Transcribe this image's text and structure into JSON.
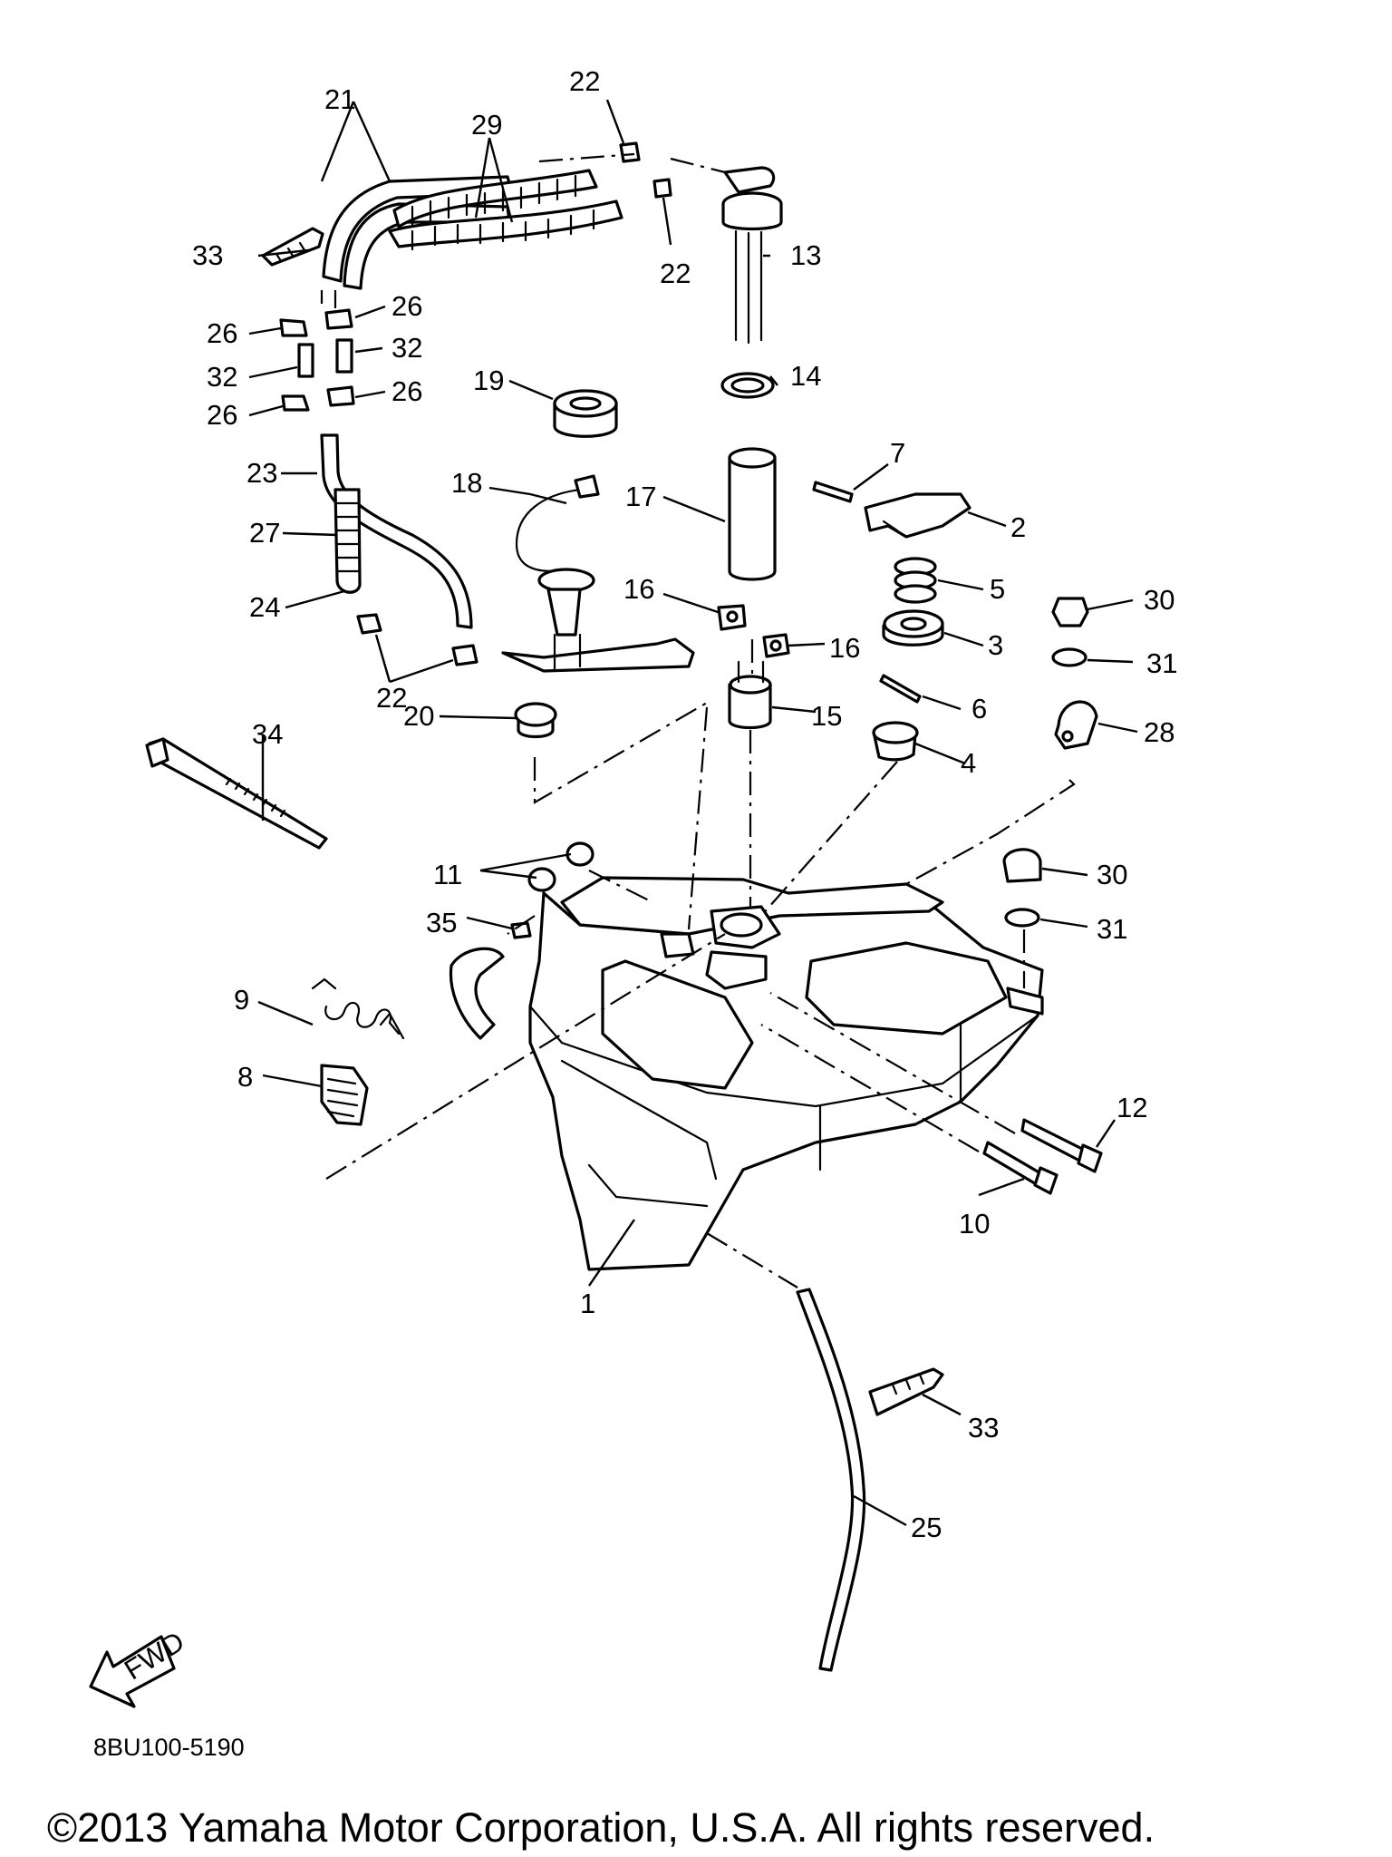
{
  "diagram_code": "8BU100-5190",
  "copyright": "©2013 Yamaha Motor Corporation, U.S.A. All rights reserved.",
  "fwd_label": "FWD",
  "callouts": {
    "c1": "1",
    "c2": "2",
    "c3": "3",
    "c4": "4",
    "c5": "5",
    "c6": "6",
    "c7": "7",
    "c8": "8",
    "c9": "9",
    "c10": "10",
    "c11": "11",
    "c12": "12",
    "c13": "13",
    "c14": "14",
    "c15": "15",
    "c16a": "16",
    "c16b": "16",
    "c17": "17",
    "c18": "18",
    "c19": "19",
    "c20": "20",
    "c21": "21",
    "c22a": "22",
    "c22b": "22",
    "c22c": "22",
    "c23": "23",
    "c24": "24",
    "c25": "25",
    "c26a": "26",
    "c26b": "26",
    "c26c": "26",
    "c26d": "26",
    "c27": "27",
    "c28": "28",
    "c29": "29",
    "c30a": "30",
    "c30b": "30",
    "c31a": "31",
    "c31b": "31",
    "c32a": "32",
    "c32b": "32",
    "c33a": "33",
    "c33b": "33",
    "c34": "34",
    "c35": "35"
  }
}
